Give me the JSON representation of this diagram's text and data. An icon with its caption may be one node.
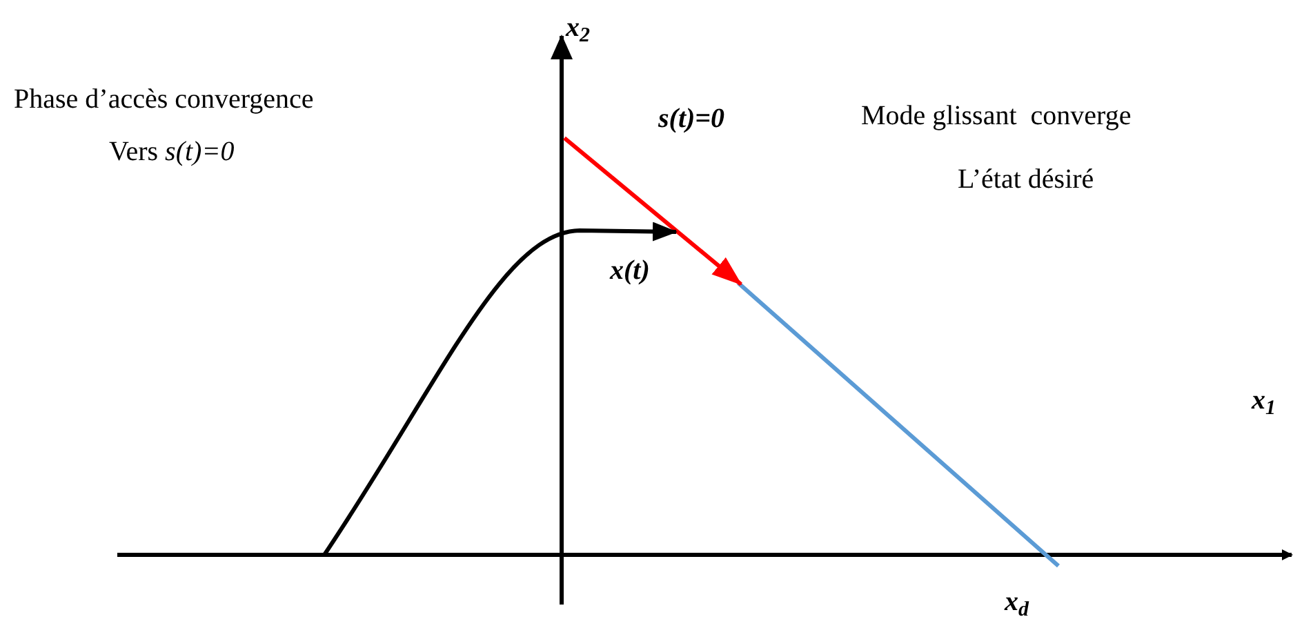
{
  "diagram": {
    "labels": [
      "x$_{2}$",
      "s(t)=0",
      "Phase d’accès convergence",
      "Mode glissant  converge",
      "Vers *s(t)=0*",
      "L’état désiré",
      "x(t)",
      "x$_{1}$",
      "x$_{d}$"
    ]
  }
}
